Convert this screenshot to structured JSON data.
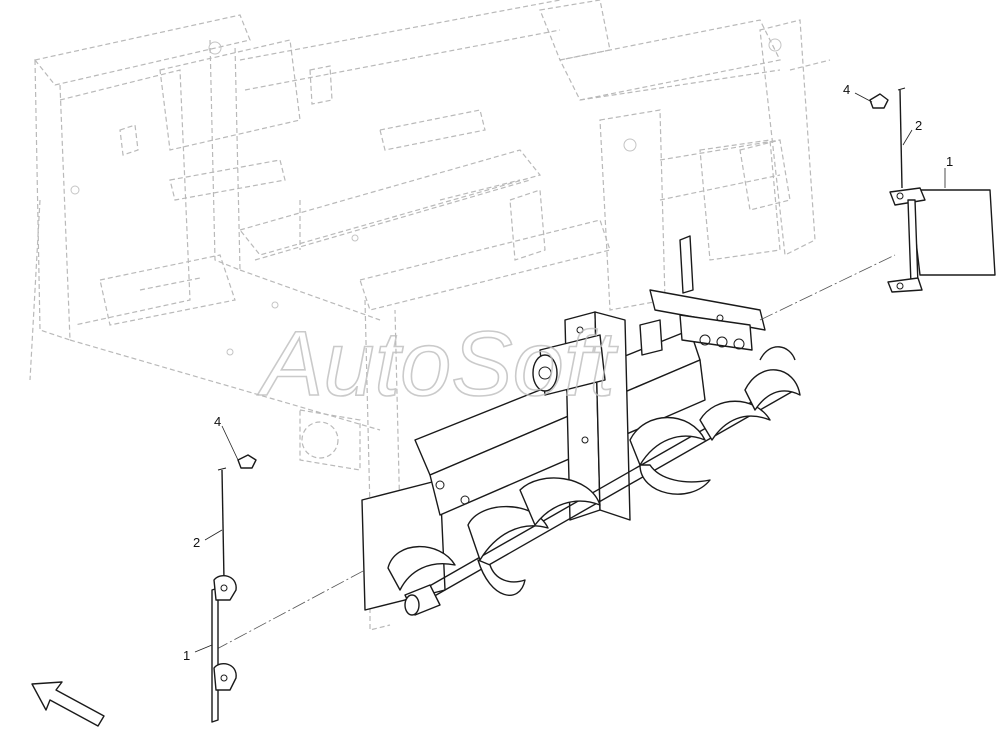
{
  "watermark": "AutoSoft",
  "callouts": {
    "right_item_1": "1",
    "right_item_2": "2",
    "right_item_4": "4",
    "left_item_1": "1",
    "left_item_2": "2",
    "left_item_4": "4"
  },
  "icons": {
    "direction_arrow": "arrow-forward-direction-icon"
  },
  "colors": {
    "line": "#1a1a1a",
    "ghost": "#b9b9b9",
    "background": "#ffffff"
  }
}
